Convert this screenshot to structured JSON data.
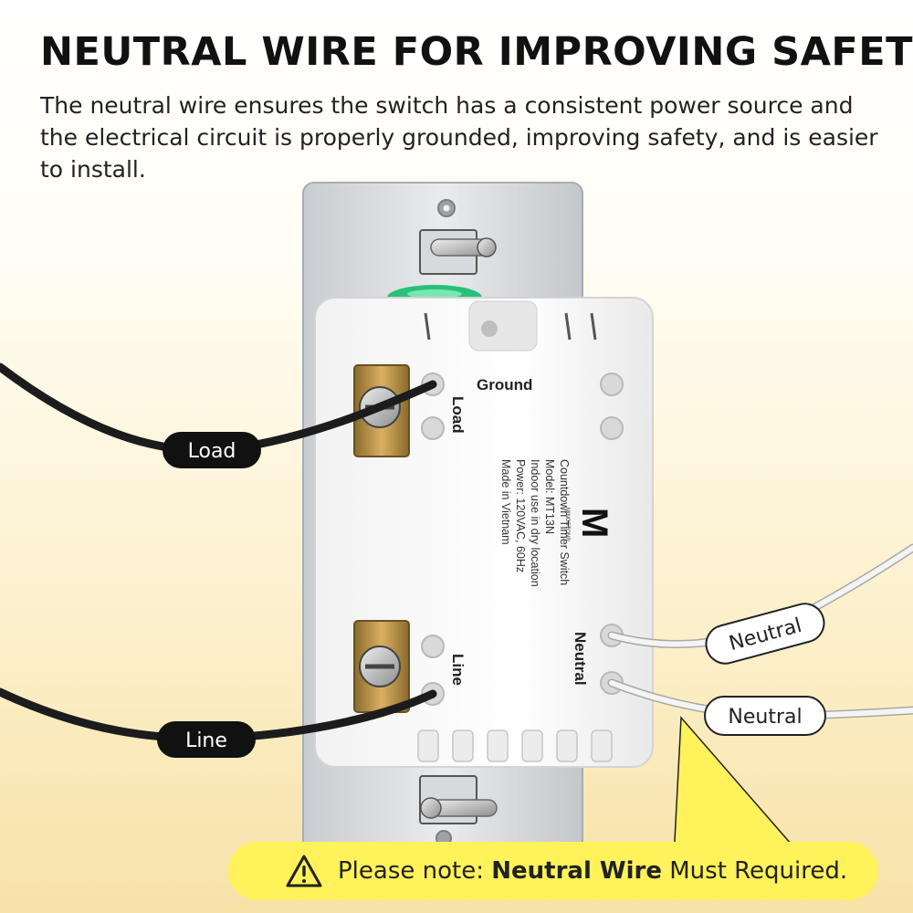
{
  "header": {
    "title": "NEUTRAL WIRE FOR IMPROVING SAFETY",
    "description": "The neutral wire ensures the switch has a consistent power source and the electrical circuit is properly grounded, improving safety, and is easier to install."
  },
  "device": {
    "terminals": {
      "ground": "Ground",
      "load": "Load",
      "line": "Line",
      "neutral": "Neutral"
    },
    "label_lines": [
      "Countdown Timer Switch",
      "Model: MT13N",
      "Indoor use in dry location",
      "Power: 120VAC, 60Hz",
      "Made in Vietnam"
    ],
    "brand_letter": "M",
    "brand_name": "MINOSTON®"
  },
  "wire_tags": {
    "load": "Load",
    "line": "Line",
    "neutral_upper": "Neutral",
    "neutral_lower": "Neutral"
  },
  "note": {
    "prefix": "Please note: ",
    "emphasis": "Neutral Wire",
    "suffix": " Must Required."
  },
  "colors": {
    "note_highlight": "#fff25a",
    "indicator_led": "#27c27a",
    "wire_dark": "#1c1c1c",
    "wire_light": "#f4f4f4"
  },
  "icons": {
    "note": "warning-icon"
  }
}
